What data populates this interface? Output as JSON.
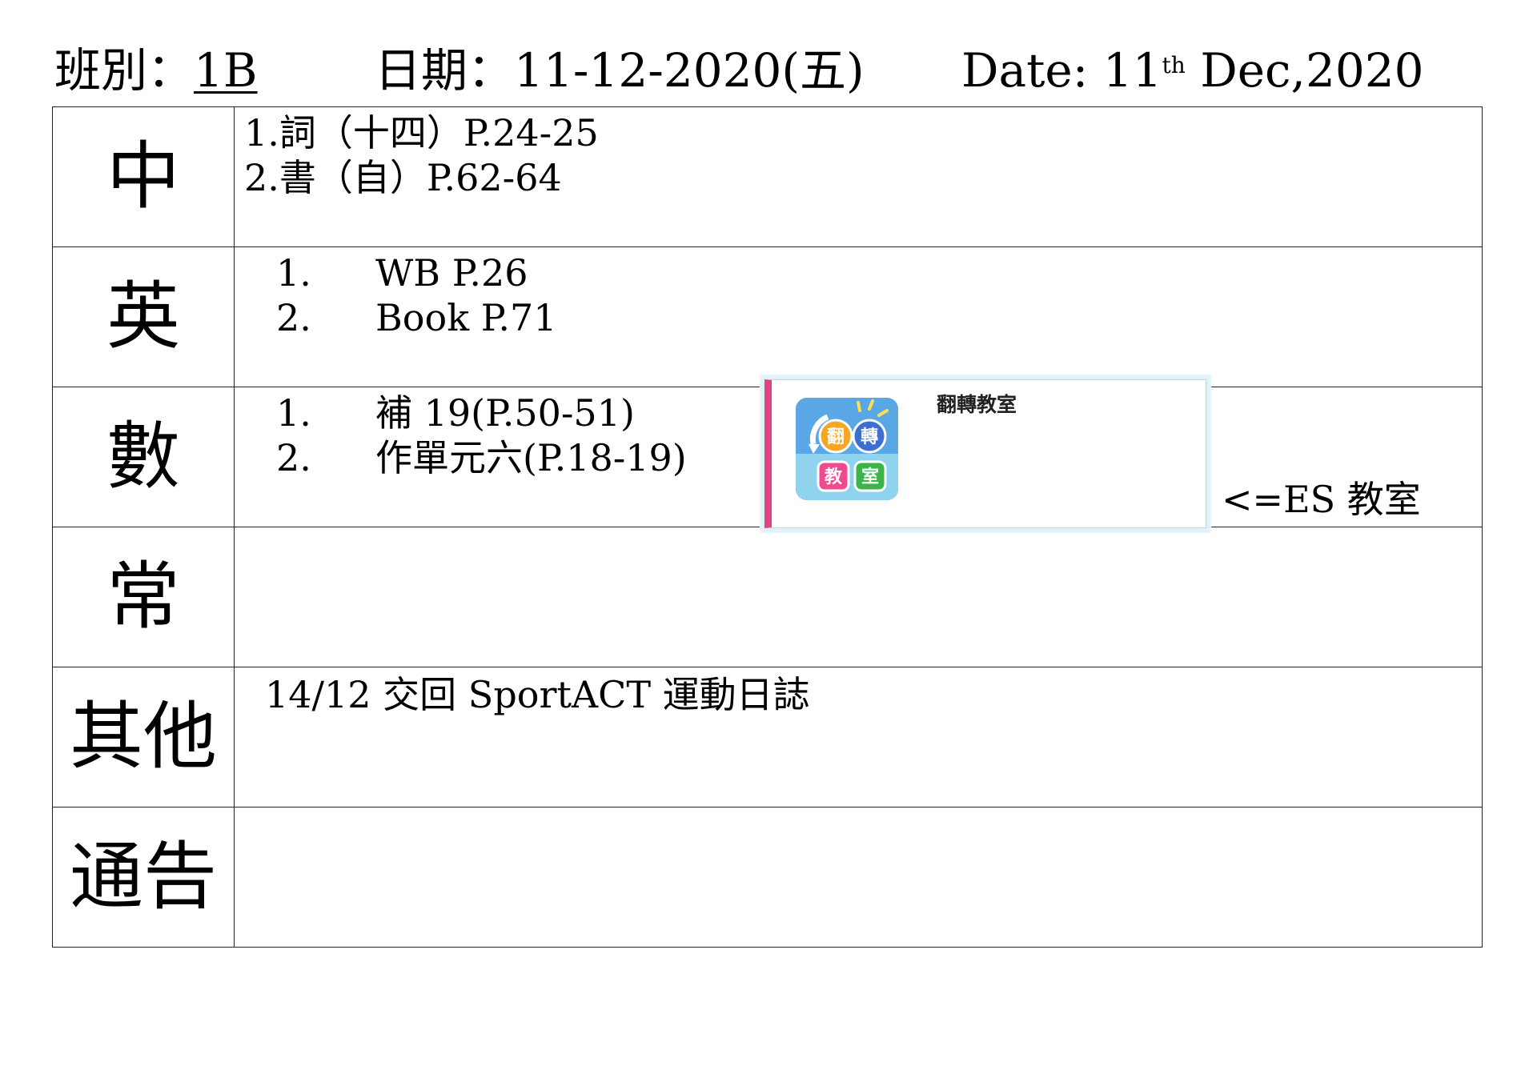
{
  "header": {
    "class_label": "班別：",
    "class_value": "1B",
    "date_label": "日期：",
    "date_value": "11-12-2020(五)",
    "date_en_prefix": "Date: 11",
    "date_en_sup": "th",
    "date_en_suffix": " Dec,2020"
  },
  "rows": {
    "chinese": {
      "subject": "中",
      "lines": [
        "1.詞（十四）P.24-25",
        "2.書（自）P.62-64"
      ]
    },
    "english": {
      "subject": "英",
      "items": [
        {
          "num": "1.",
          "text": "WB P.26"
        },
        {
          "num": "2.",
          "text": "Book P.71"
        }
      ]
    },
    "math": {
      "subject": "數",
      "items": [
        {
          "num": "1.",
          "text": "補 19(P.50-51)"
        },
        {
          "num": "2.",
          "text": "作單元六(P.18-19)"
        }
      ]
    },
    "general": {
      "subject": "常"
    },
    "others": {
      "subject": "其他",
      "note": "14/12 交回 SportACT 運動日誌"
    },
    "notices": {
      "subject": "通告"
    }
  },
  "flip_card": {
    "title": "翻轉教室",
    "icon": "flip-classroom-logo-icon",
    "icon_text": [
      "翻",
      "轉",
      "教",
      "室"
    ],
    "accent_color": "#e3437d"
  },
  "es_note": "<=ES 教室"
}
